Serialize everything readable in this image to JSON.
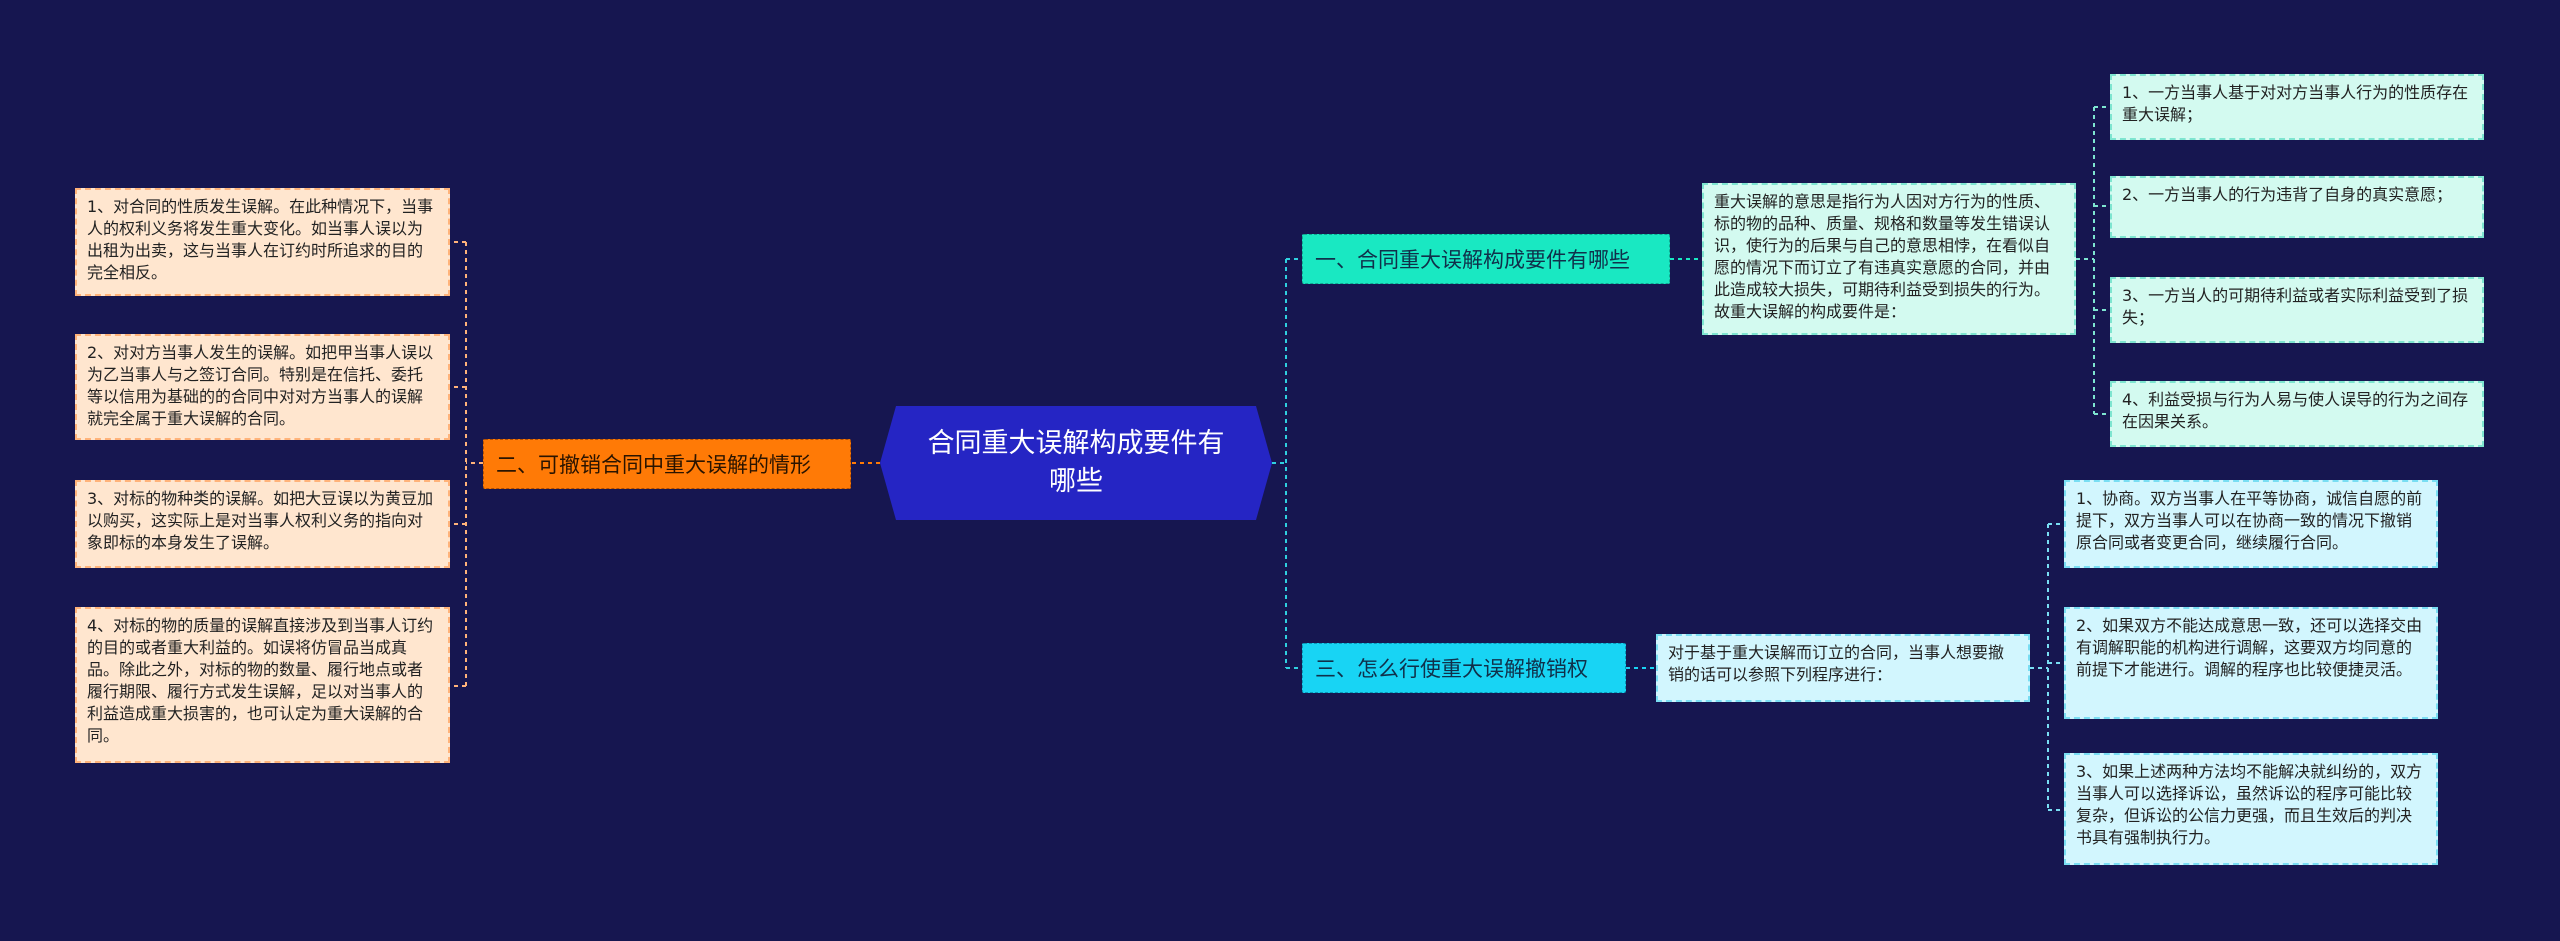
{
  "root": {
    "title": "合同重大误解构成要件有哪些"
  },
  "colors": {
    "background": "#161650",
    "root": "#2525c4",
    "branch_1": "#19e8c2",
    "branch_2": "#ff7a06",
    "branch_3": "#18d4f4"
  },
  "branches": [
    {
      "label": "一、合同重大误解构成要件有哪些",
      "summary": "重大误解的意思是指行为人因对方行为的性质、标的物的品种、质量、规格和数量等发生错误认识，使行为的后果与自己的意思相悖，在看似自愿的情况下而订立了有违真实意愿的合同，并由此造成较大损失，可期待利益受到损失的行为。故重大误解的构成要件是：",
      "items": [
        "1、一方当事人基于对对方当事人行为的性质存在重大误解；",
        "2、一方当事人的行为违背了自身的真实意愿；",
        "3、一方当人的可期待利益或者实际利益受到了损失；",
        "4、利益受损与行为人易与使人误导的行为之间存在因果关系。"
      ]
    },
    {
      "label": "二、可撤销合同中重大误解的情形",
      "items": [
        "1、对合同的性质发生误解。在此种情况下，当事人的权利义务将发生重大变化。如当事人误以为出租为出卖，这与当事人在订约时所追求的目的完全相反。",
        "2、对对方当事人发生的误解。如把甲当事人误以为乙当事人与之签订合同。特别是在信托、委托等以信用为基础的的合同中对对方当事人的误解就完全属于重大误解的合同。",
        "3、对标的物种类的误解。如把大豆误以为黄豆加以购买，这实际上是对当事人权利义务的指向对象即标的本身发生了误解。",
        "4、对标的物的质量的误解直接涉及到当事人订约的目的或者重大利益的。如误将仿冒品当成真品。除此之外，对标的物的数量、履行地点或者履行期限、履行方式发生误解，足以对当事人的利益造成重大损害的，也可认定为重大误解的合同。"
      ]
    },
    {
      "label": "三、怎么行使重大误解撤销权",
      "summary": "对于基于重大误解而订立的合同，当事人想要撤销的话可以参照下列程序进行：",
      "items": [
        "1、协商。双方当事人在平等协商，诚信自愿的前提下，双方当事人可以在协商一致的情况下撤销原合同或者变更合同，继续履行合同。",
        "2、如果双方不能达成意思一致，还可以选择交由有调解职能的机构进行调解，这要双方均同意的前提下才能进行。调解的程序也比较便捷灵活。",
        "3、如果上述两种方法均不能解决就纠纷的，双方当事人可以选择诉讼，虽然诉讼的程序可能比较复杂，但诉讼的公信力更强，而且生效后的判决书具有强制执行力。"
      ]
    }
  ]
}
